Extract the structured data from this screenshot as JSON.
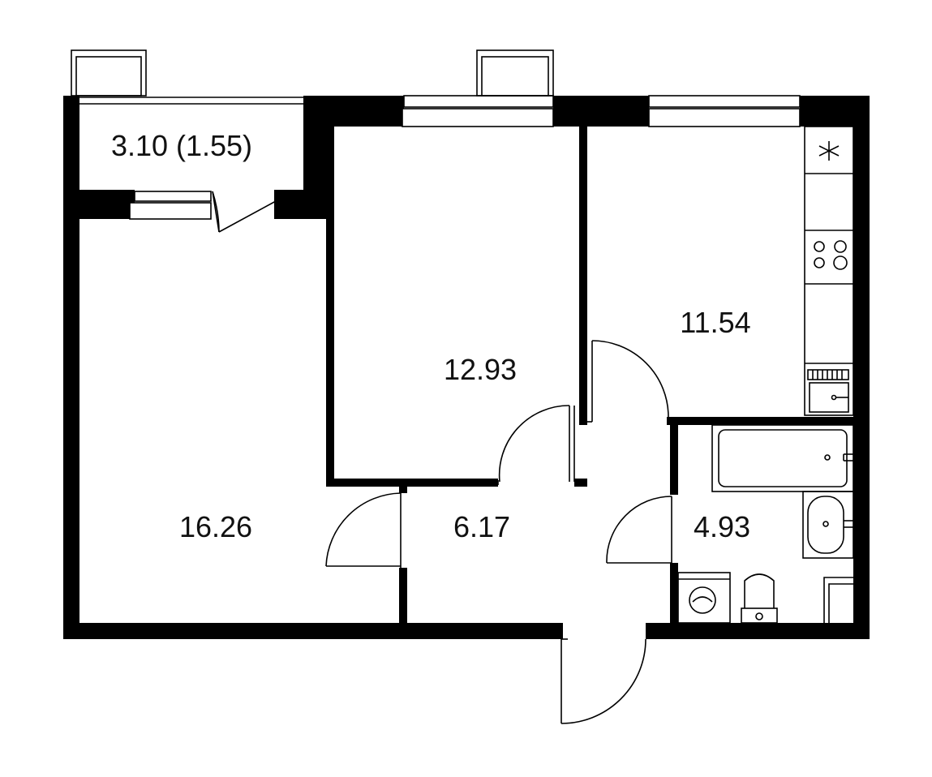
{
  "floor_plan": {
    "rooms": [
      {
        "id": "balcony",
        "label": "3.10 (1.55)"
      },
      {
        "id": "living-room",
        "label": "16.26"
      },
      {
        "id": "bedroom",
        "label": "12.93"
      },
      {
        "id": "kitchen",
        "label": "11.54"
      },
      {
        "id": "hallway",
        "label": "6.17"
      },
      {
        "id": "bathroom",
        "label": "4.93"
      }
    ],
    "colors": {
      "wall": "#000000",
      "background": "#ffffff",
      "line": "#000000"
    },
    "fixture_icons": [
      "hood-icon",
      "stove-icon",
      "kitchen-sink-icon",
      "bathtub-icon",
      "washbasin-icon",
      "toilet-icon",
      "washing-machine-icon",
      "cabinet-icon"
    ]
  }
}
